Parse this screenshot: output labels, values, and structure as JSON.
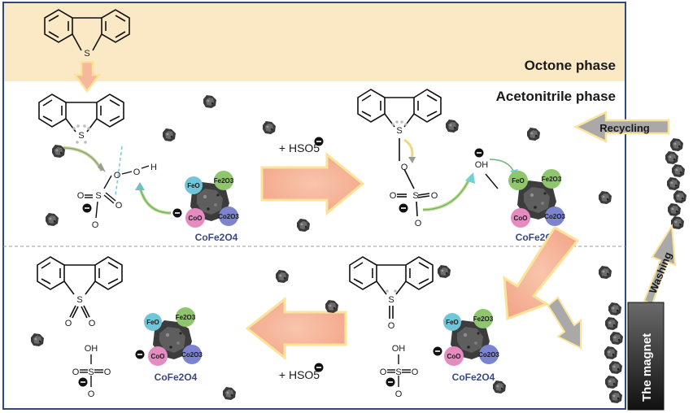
{
  "phases": {
    "octane": "Octone  phase",
    "acetonitrile": "Acetonitrile  phase"
  },
  "atoms": {
    "S": "S",
    "O": "O",
    "H": "H",
    "OH": "OH"
  },
  "catalyst": {
    "name": "CoFe2O4",
    "oxides": {
      "feo": "FeO",
      "fe2o3": "Fe2O3",
      "coo": "CoO",
      "co2o3": "Co2O3"
    }
  },
  "reagent": "+ HSO5",
  "side_labels": {
    "recycling": "Recycling",
    "washing": "Washing",
    "magnet": "The magnet"
  },
  "colors": {
    "octane_bg": "#fbe9c6",
    "frame": "#2d4a7a",
    "arrow_salmon": "#f6b79c",
    "arrow_glow": "#fbe39a",
    "feo": "#6ec6d8",
    "fe2o3": "#8fc56d",
    "coo": "#e48bc0",
    "co2o3": "#7c84d0"
  }
}
